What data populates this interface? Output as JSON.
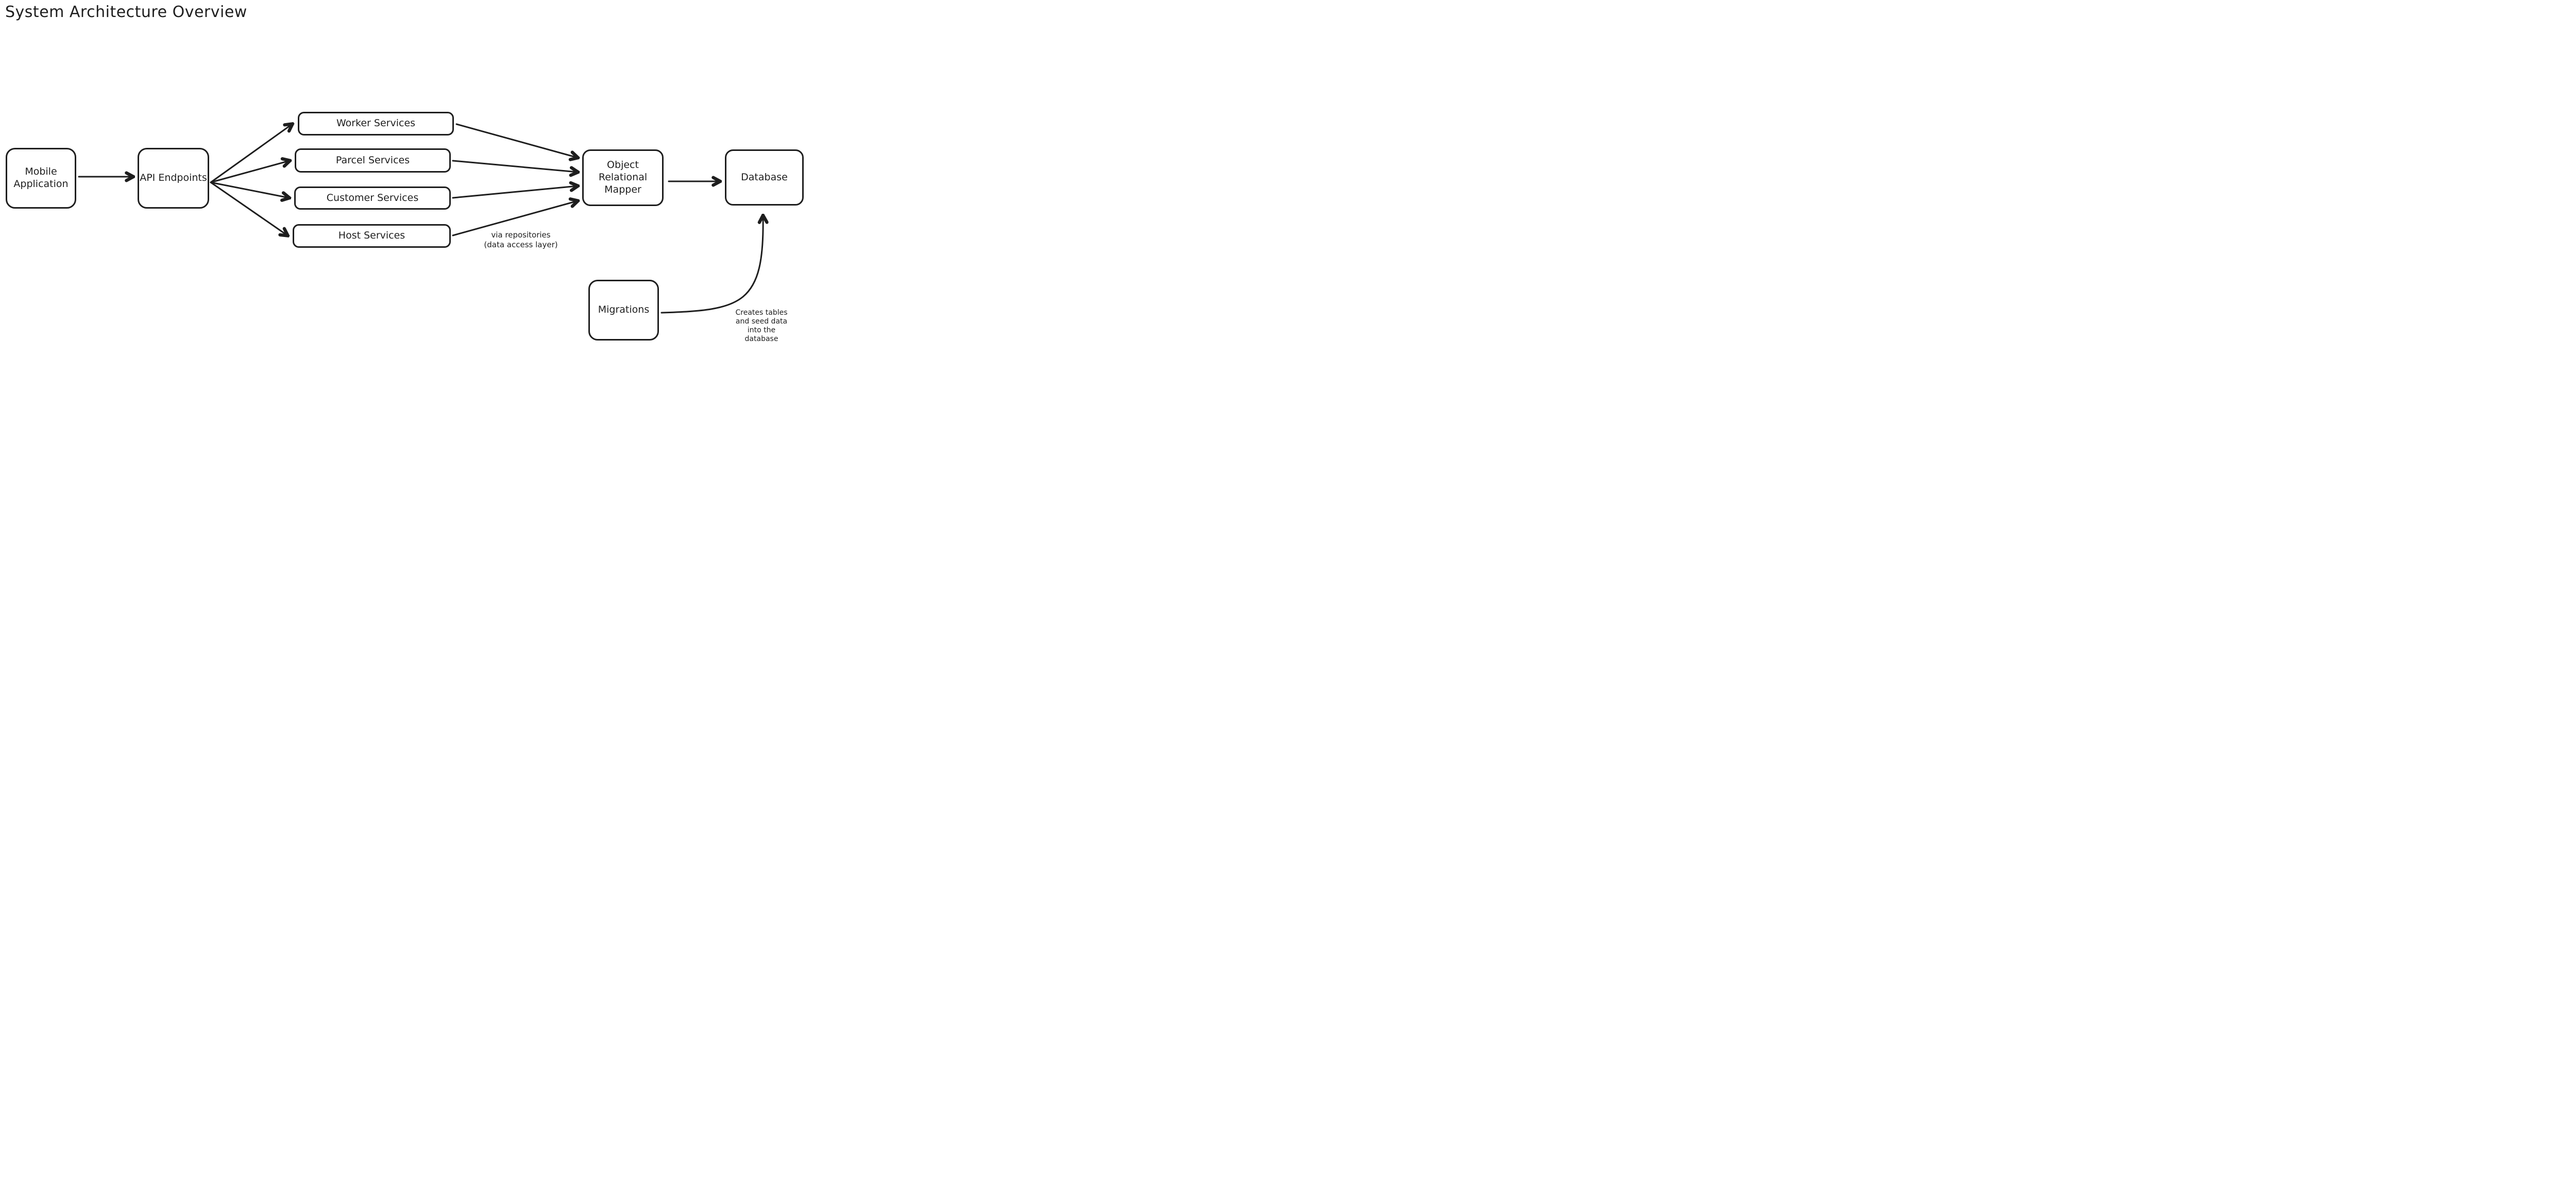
{
  "title": "System Architecture Overview",
  "colors": {
    "ink": "#1e1e1e",
    "background": "#ffffff"
  },
  "nodes": {
    "mobile_application": {
      "label": "Mobile\nApplication"
    },
    "api_endpoints": {
      "label": "API Endpoints"
    },
    "worker_services": {
      "label": "Worker Services"
    },
    "parcel_services": {
      "label": "Parcel Services"
    },
    "customer_services": {
      "label": "Customer Services"
    },
    "host_services": {
      "label": "Host Services"
    },
    "object_relational_mapper": {
      "label": "Object\nRelational\nMapper"
    },
    "database": {
      "label": "Database"
    },
    "migrations": {
      "label": "Migrations"
    }
  },
  "annotations": {
    "via_repositories": {
      "text": "via repositories\n(data access layer)"
    },
    "creates_tables": {
      "text": "Creates tables\nand seed data\ninto the\ndatabase"
    }
  },
  "edges": [
    {
      "from": "Mobile Application",
      "to": "API Endpoints"
    },
    {
      "from": "API Endpoints",
      "to": "Worker Services"
    },
    {
      "from": "API Endpoints",
      "to": "Parcel Services"
    },
    {
      "from": "API Endpoints",
      "to": "Customer Services"
    },
    {
      "from": "API Endpoints",
      "to": "Host Services"
    },
    {
      "from": "Worker Services",
      "to": "Object Relational Mapper",
      "note": "via repositories (data access layer)"
    },
    {
      "from": "Parcel Services",
      "to": "Object Relational Mapper",
      "note": "via repositories (data access layer)"
    },
    {
      "from": "Customer Services",
      "to": "Object Relational Mapper",
      "note": "via repositories (data access layer)"
    },
    {
      "from": "Host Services",
      "to": "Object Relational Mapper",
      "note": "via repositories (data access layer)"
    },
    {
      "from": "Object Relational Mapper",
      "to": "Database"
    },
    {
      "from": "Migrations",
      "to": "Database",
      "note": "Creates tables and seed data into the database"
    }
  ]
}
